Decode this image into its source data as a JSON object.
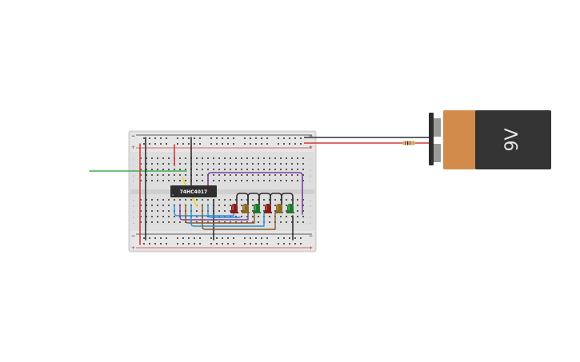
{
  "chip": {
    "label": "74HC4017"
  },
  "battery": {
    "label": "9V"
  },
  "rails": {
    "plus": "+",
    "minus": "−"
  },
  "breadboard": {
    "row_letters_top": [
      "j",
      "i",
      "h",
      "g",
      "f"
    ],
    "row_letters_bottom": [
      "e",
      "d",
      "c",
      "b",
      "a"
    ]
  },
  "colors": {
    "board": "#dedede",
    "rail_red": "#d03a3a",
    "rail_black": "#303030",
    "wire_green": "#3db04a",
    "wire_purple": "#7a3fa0",
    "wire_blue": "#2a8fd0",
    "wire_brown": "#8a5a2a",
    "wire_yellow": "#e8d820",
    "battery_orange": "#d38b4c",
    "battery_dark": "#333333"
  },
  "leds": [
    {
      "color": "#8a1c1c"
    },
    {
      "color": "#8a6a20"
    },
    {
      "color": "#1e7a2a"
    },
    {
      "color": "#8a1c1c"
    },
    {
      "color": "#8a6a20"
    },
    {
      "color": "#1e7a2a"
    }
  ]
}
